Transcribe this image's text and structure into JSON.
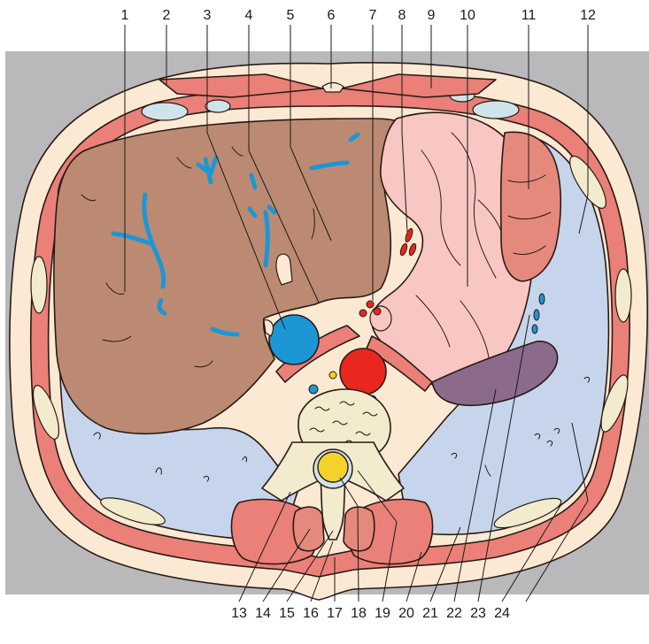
{
  "labels": {
    "top": [
      "1",
      "2",
      "3",
      "4",
      "5",
      "6",
      "7",
      "8",
      "9",
      "10",
      "11",
      "12"
    ],
    "bottom": [
      "13",
      "14",
      "15",
      "16",
      "17",
      "18",
      "19",
      "20",
      "21",
      "22",
      "23",
      "24"
    ]
  },
  "colors": {
    "background": "#b9b9bc",
    "skin": "#fbe9d3",
    "muscle": "#ea8078",
    "liver": "#bc8a72",
    "stomach": "#f9c7c3",
    "spleen": "#8c6a8c",
    "lung": "#c7d5ec",
    "vessel_blue": "#1d96d6",
    "aorta": "#e8281e",
    "bone": "#f2ebcd",
    "cord": "#f4d22a"
  }
}
